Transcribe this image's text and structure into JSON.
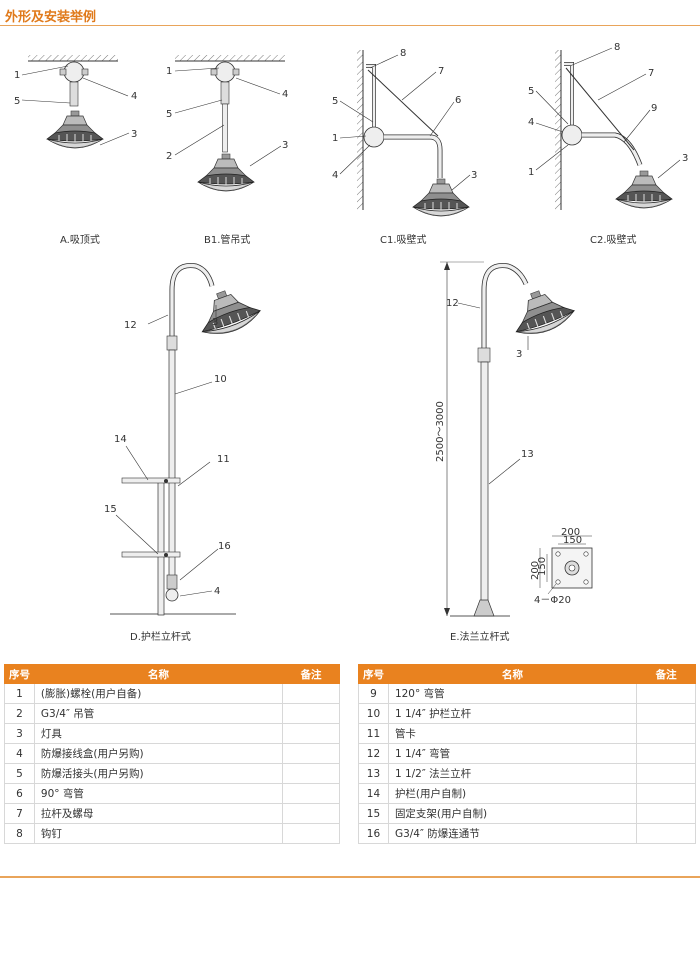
{
  "title": "外形及安装举例",
  "captions": {
    "a": "A.吸顶式",
    "b1": "B1.管吊式",
    "c1": "C1.吸壁式",
    "c2": "C2.吸壁式",
    "d": "D.护栏立杆式",
    "e": "E.法兰立杆式"
  },
  "dimensions": {
    "height": "2500～3000",
    "d200": "200",
    "d150": "150",
    "holes": "4－Φ20"
  },
  "table": {
    "headers": [
      "序号",
      "名称",
      "备注"
    ],
    "left": [
      {
        "no": "1",
        "name": "(膨胀)螺栓(用户自备)",
        "note": ""
      },
      {
        "no": "2",
        "name": "G3/4″ 吊管",
        "note": ""
      },
      {
        "no": "3",
        "name": "灯具",
        "note": ""
      },
      {
        "no": "4",
        "name": "防爆接线盒(用户另购)",
        "note": ""
      },
      {
        "no": "5",
        "name": "防爆活接头(用户另购)",
        "note": ""
      },
      {
        "no": "6",
        "name": "90° 弯管",
        "note": ""
      },
      {
        "no": "7",
        "name": "拉杆及螺母",
        "note": ""
      },
      {
        "no": "8",
        "name": "钩钉",
        "note": ""
      }
    ],
    "right": [
      {
        "no": "9",
        "name": "120° 弯管",
        "note": ""
      },
      {
        "no": "10",
        "name": "1 1/4″ 护栏立杆",
        "note": ""
      },
      {
        "no": "11",
        "name": "管卡",
        "note": ""
      },
      {
        "no": "12",
        "name": "1 1/4″ 弯管",
        "note": ""
      },
      {
        "no": "13",
        "name": "1 1/2″ 法兰立杆",
        "note": ""
      },
      {
        "no": "14",
        "name": "护栏(用户自制)",
        "note": ""
      },
      {
        "no": "15",
        "name": "固定支架(用户自制)",
        "note": ""
      },
      {
        "no": "16",
        "name": "G3/4″ 防爆连通节",
        "note": ""
      }
    ]
  }
}
